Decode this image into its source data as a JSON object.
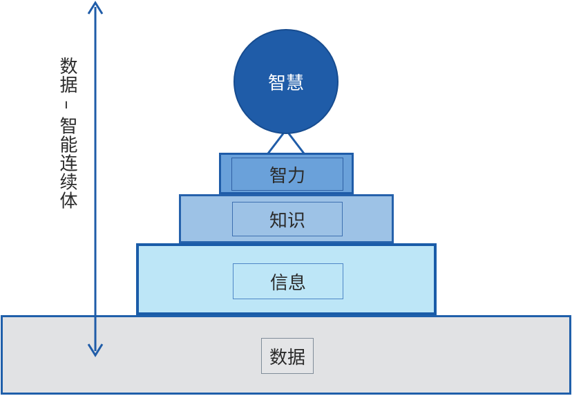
{
  "axis_label": "数据 – 智能连续体",
  "layers": {
    "wisdom": "智慧",
    "intelligence": "智力",
    "knowledge": "知识",
    "information": "信息",
    "data": "数据"
  }
}
